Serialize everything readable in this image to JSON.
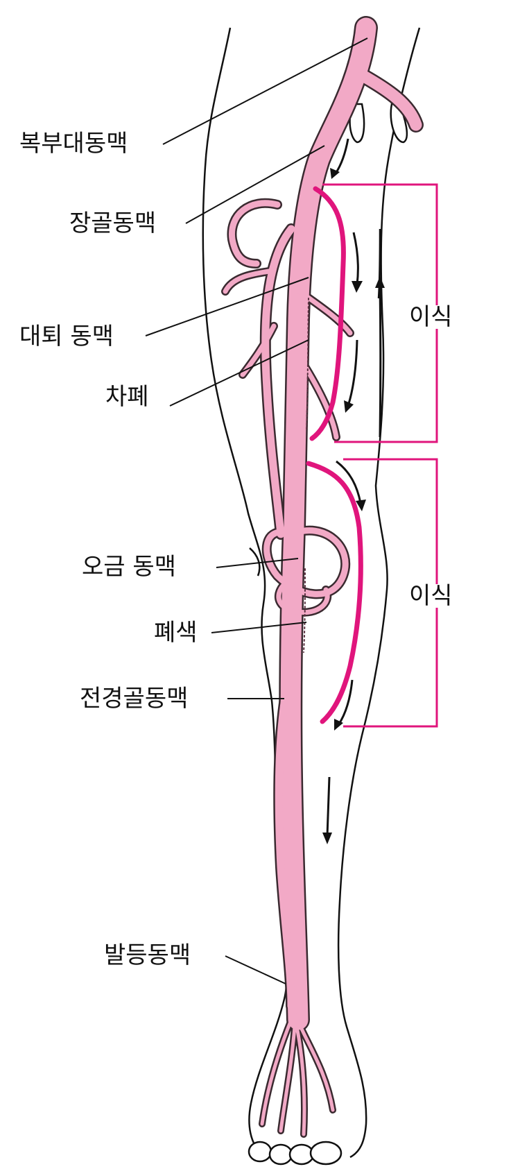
{
  "colors": {
    "artery_fill": "#f2a9c6",
    "artery_edge": "#3a2a30",
    "graft": "#e0157c",
    "bracket": "#e0157c",
    "outline": "#111111"
  },
  "labels": {
    "abdominal_aorta": "복부대동맥",
    "iliac_artery": "장골동맥",
    "femoral_artery": "대퇴 동맥",
    "occlusion_upper": "차폐",
    "popliteal_artery": "오금 동맥",
    "occlusion_lower": "폐색",
    "anterior_tibial_artery": "전경골동맥",
    "dorsalis_pedis_artery": "발등동맥",
    "graft_upper": "이식",
    "graft_lower": "이식"
  }
}
